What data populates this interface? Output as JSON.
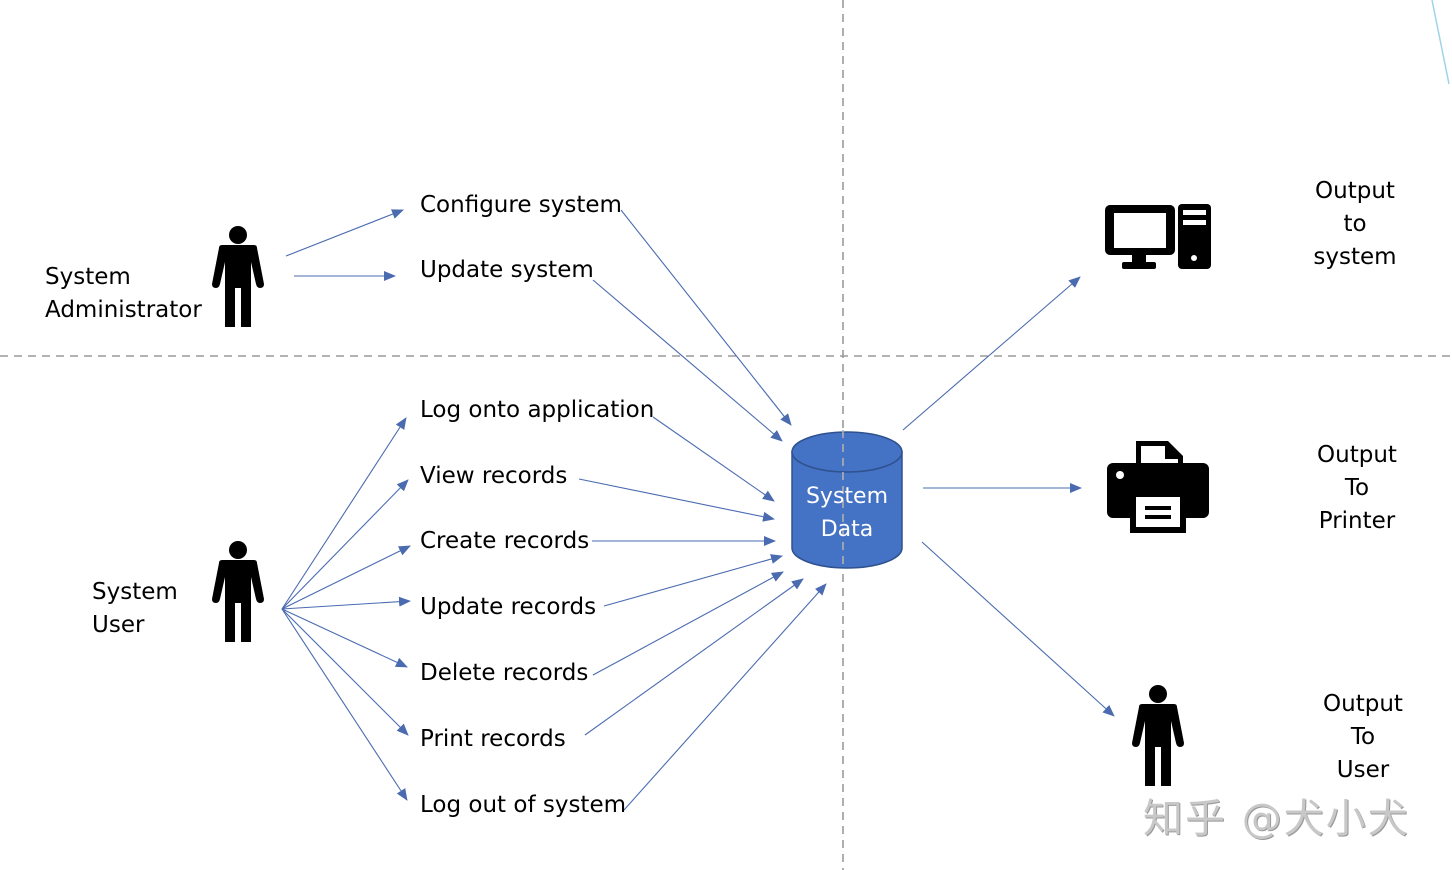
{
  "diagram": {
    "colors": {
      "arrow": "#4a6bb0",
      "database_fill": "#4472c4",
      "database_stroke": "#2f528f",
      "database_text": "#ffffff",
      "divider": "#9a9a9a",
      "icon": "#000000",
      "accent_line": "#9fd3ea"
    },
    "actors": {
      "admin": {
        "label_lines": [
          "System",
          "Administrator"
        ],
        "icon": "person-icon"
      },
      "user": {
        "label_lines": [
          "System",
          "User"
        ],
        "icon": "person-icon"
      }
    },
    "admin_actions": [
      "Configure system",
      "Update system"
    ],
    "user_actions": [
      "Log onto application",
      "View records",
      "Create records",
      "Update records",
      "Delete records",
      "Print records",
      "Log out of system"
    ],
    "database": {
      "label_lines": [
        "System",
        "Data"
      ],
      "icon": "database-cylinder-icon"
    },
    "outputs": [
      {
        "label_lines": [
          "Output",
          "to",
          "system"
        ],
        "icon": "computer-icon"
      },
      {
        "label_lines": [
          "Output",
          "To",
          "Printer"
        ],
        "icon": "printer-icon"
      },
      {
        "label_lines": [
          "Output",
          "To",
          "User"
        ],
        "icon": "person-icon"
      }
    ],
    "watermark": "知乎 @犬小犬"
  }
}
